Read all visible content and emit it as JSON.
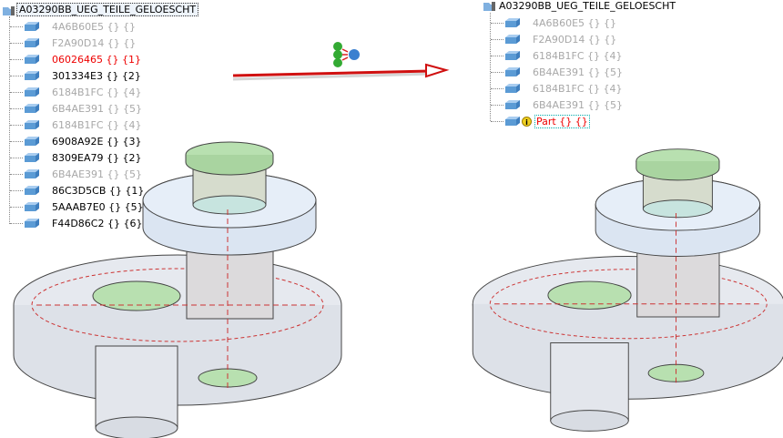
{
  "left_tree": {
    "root": "A03290BB_UEG_TEILE_GELOESCHT",
    "items": [
      {
        "label": "4A6B60E5 {} {}",
        "state": "grey"
      },
      {
        "label": "F2A90D14 {} {}",
        "state": "grey"
      },
      {
        "label": "06026465 {} {1}",
        "state": "red"
      },
      {
        "label": "301334E3 {} {2}",
        "state": "black"
      },
      {
        "label": "6184B1FC {} {4}",
        "state": "grey"
      },
      {
        "label": "6B4AE391 {} {5}",
        "state": "grey"
      },
      {
        "label": "6184B1FC {} {4}",
        "state": "grey"
      },
      {
        "label": "6908A92E {} {3}",
        "state": "black"
      },
      {
        "label": "8309EA79 {} {2}",
        "state": "black"
      },
      {
        "label": "6B4AE391 {} {5}",
        "state": "grey"
      },
      {
        "label": "86C3D5CB {} {1}",
        "state": "black"
      },
      {
        "label": "5AAAB7E0 {} {5}",
        "state": "black"
      },
      {
        "label": "F44D86C2 {} {6}",
        "state": "black"
      }
    ]
  },
  "right_tree": {
    "root": "A03290BB_UEG_TEILE_GELOESCHT",
    "items": [
      {
        "label": "4A6B60E5 {} {}",
        "state": "grey"
      },
      {
        "label": "F2A90D14 {} {}",
        "state": "grey"
      },
      {
        "label": "6184B1FC {} {4}",
        "state": "grey"
      },
      {
        "label": "6B4AE391 {} {5}",
        "state": "grey"
      },
      {
        "label": "6184B1FC {} {4}",
        "state": "grey"
      },
      {
        "label": "6B4AE391 {} {5}",
        "state": "grey"
      }
    ],
    "new_part": {
      "label": "Part {} {}",
      "icon": "info-warning-icon"
    }
  },
  "colors": {
    "arrow": "#d01010",
    "cube": "#5b9bd5",
    "highlight": "#b8e0b0"
  }
}
